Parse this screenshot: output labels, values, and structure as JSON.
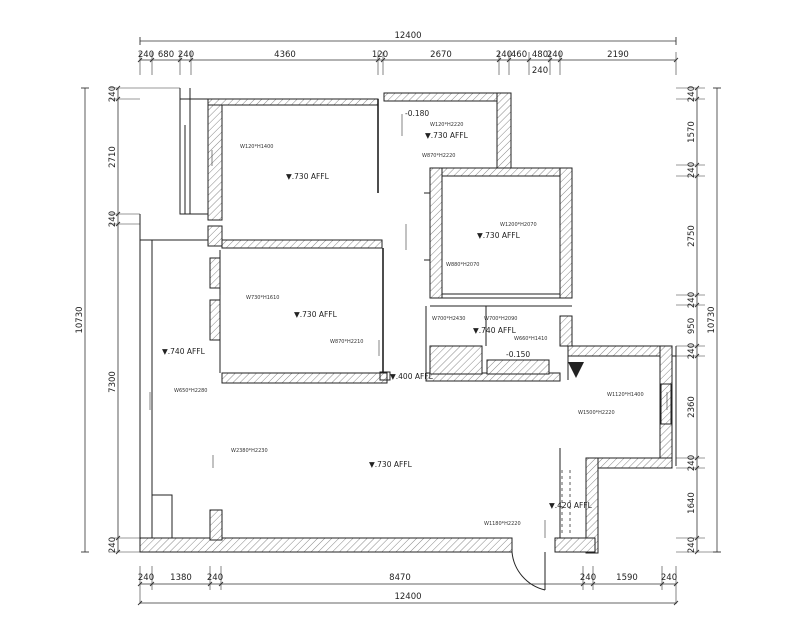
{
  "dimensions": {
    "top_total": "12400",
    "top": [
      "240",
      "680",
      "240",
      "4360",
      "120",
      "2670",
      "240",
      "460",
      "480",
      "240",
      "2190"
    ],
    "top_sub": "240",
    "bottom": [
      "240",
      "1380",
      "240",
      "8470",
      "240",
      "1590",
      "240"
    ],
    "bottom_total": "12400",
    "left": [
      "240",
      "2710",
      "240",
      "7300",
      "240"
    ],
    "left_total": "10730",
    "right": [
      "240",
      "1570",
      "240",
      "2750",
      "240",
      "950",
      "240",
      "2360",
      "240",
      "1640",
      "240"
    ],
    "right_total": "10730"
  },
  "levels": [
    "▼.730  AFFL",
    "▼.730  AFFL",
    "▼.730  AFFL",
    "▼.730  AFFL",
    "▼.740  AFFL",
    "▼.740  AFFL",
    "▼.730  AFFL",
    "▼.400  AFFL",
    "▼.420  AFFL",
    "-0.180",
    "-0.150"
  ],
  "door_labels": [
    "W120*H2220",
    "W870*H2220",
    "W1200*H2070",
    "W880*H2070",
    "W730*H1610",
    "W870*H2210",
    "W700*H2430",
    "W700*H2090",
    "W660*H1410",
    "W650*H2280",
    "W2380*H2230",
    "W1120*H1400",
    "W1500*H2220",
    "W1180*H2220",
    "W120*H1400"
  ]
}
